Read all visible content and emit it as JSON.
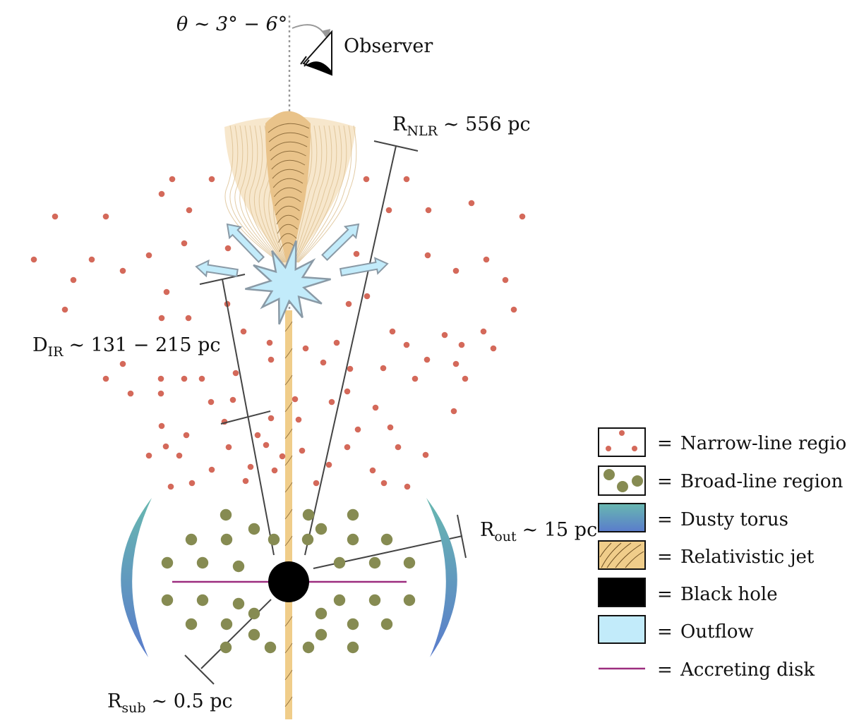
{
  "observer": {
    "angle": "θ ∼ 3° − 6°",
    "label": "Observer"
  },
  "annotations": {
    "r_nlr": {
      "symbol": "R",
      "subscript": "NLR",
      "value": "∼ 556 pc"
    },
    "d_ir": {
      "symbol": "D",
      "subscript": "IR",
      "value": "∼ 131 − 215 pc"
    },
    "r_out": {
      "symbol": "R",
      "subscript": "out",
      "value": "∼ 15 pc"
    },
    "r_sub": {
      "symbol": "R",
      "subscript": "sub",
      "value": "∼ 0.5 pc"
    }
  },
  "legend": {
    "equals": "=",
    "items": [
      {
        "key": "nlr",
        "label": "Narrow-line region"
      },
      {
        "key": "blr",
        "label": "Broad-line region"
      },
      {
        "key": "torus",
        "label": "Dusty torus"
      },
      {
        "key": "jet",
        "label": "Relativistic jet"
      },
      {
        "key": "bh",
        "label": "Black hole"
      },
      {
        "key": "outflow",
        "label": "Outflow"
      },
      {
        "key": "disk",
        "label": "Accreting disk"
      }
    ]
  },
  "colors": {
    "nlr_dot": "#d4695a",
    "blr_dot": "#868b52",
    "torus_top": "#68b8b0",
    "torus_bottom": "#5a7ccc",
    "jet": "#f0cd8a",
    "jet_line": "#6b4c1f",
    "black_hole": "#000000",
    "outflow": "#c2ebfa",
    "outflow_edge": "#8a9aa6",
    "disk": "#9c2d7f",
    "measure_line": "#444444"
  }
}
